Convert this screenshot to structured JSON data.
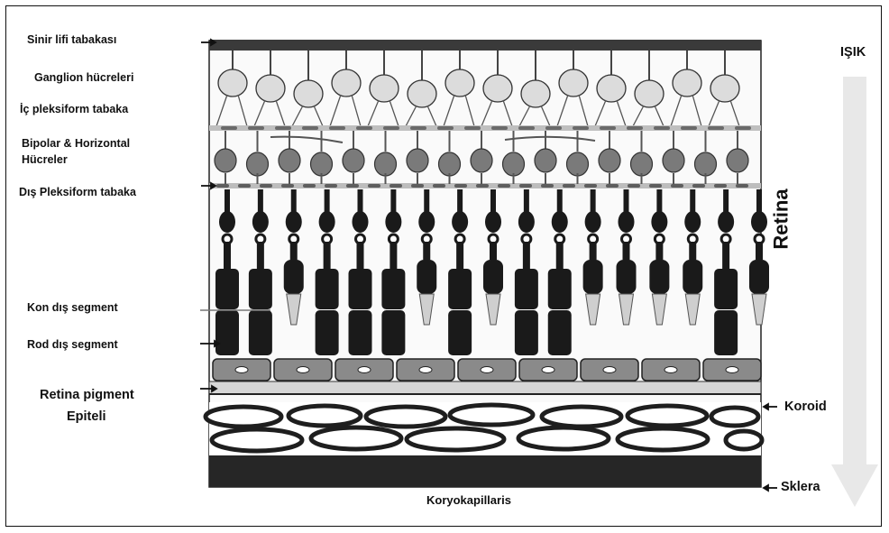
{
  "labels": {
    "nerve_fiber": "Sinir lifi tabakası",
    "ganglion": "Ganglion hücreleri",
    "inner_plexiform": "İç pleksiform tabaka",
    "bipolar_1": "Bipolar & Horizontal",
    "bipolar_2": "Hücreler",
    "outer_plexiform": "Dış Pleksiform tabaka",
    "cone_outer": "Kon dış segment",
    "rod_outer": "Rod dış segment",
    "rpe_1": "Retina pigment",
    "rpe_2": "Epiteli",
    "koroid": "Koroid",
    "sklera": "Sklera",
    "koryokapillaris": "Koryokapillaris",
    "retina": "Retina",
    "light": "IŞIK"
  },
  "cells": [
    "rod",
    "rod",
    "cone",
    "rod",
    "rod",
    "rod",
    "cone",
    "rod",
    "cone",
    "rod",
    "rod",
    "cone",
    "cone",
    "cone",
    "cone",
    "rod",
    "cone"
  ],
  "colors": {
    "dark": "#262626",
    "cell_dark": "#1a1a1a",
    "cone_tip": "#cfcfcf",
    "ganglion": "#dcdcdc",
    "bipolar": "#7a7a7a",
    "arrow": "#e6e6e6"
  }
}
